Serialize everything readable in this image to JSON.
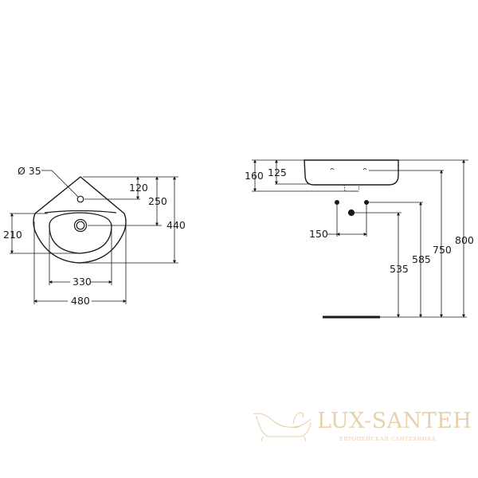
{
  "plan_view": {
    "hole_label": "Ø 35",
    "dims": {
      "tap_hole_offset": "120",
      "drain_offset": "250",
      "total_depth": "440",
      "bowl_depth": "210",
      "bowl_width": "330",
      "total_width": "480"
    }
  },
  "side_view": {
    "dims": {
      "overall_height": "160",
      "bowl_height": "125",
      "supply_spacing": "150",
      "drain_height": "535",
      "supply_height": "585",
      "overflow_height": "750",
      "top_height": "800"
    }
  },
  "watermark": {
    "brand": "LUX-SANTEH",
    "tagline": "ЕВРОПЕЙСКАЯ САНТЕХНИКА",
    "color": "#e8d2ac"
  },
  "colors": {
    "line": "#1a1a1a",
    "dim_line": "#333333"
  }
}
